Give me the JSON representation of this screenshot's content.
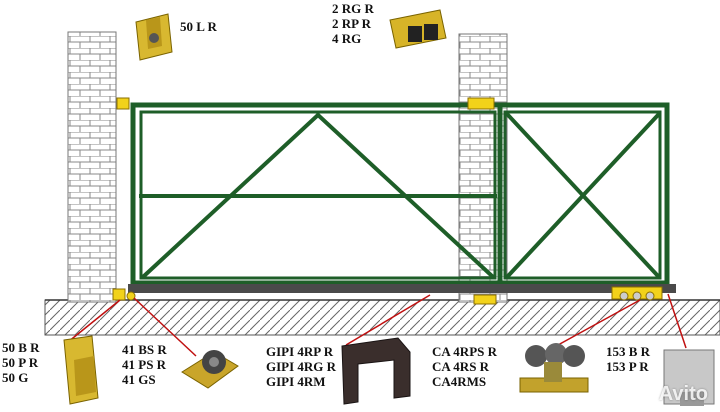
{
  "labels": {
    "top_bracket": [
      "50 L R"
    ],
    "top_roller": [
      "2 RG R",
      "2 RP R",
      "4 RG"
    ],
    "end_stop_bottom": [
      "50 B R",
      "50 P R",
      "50 G"
    ],
    "support_roller": [
      "41 BS R",
      "41 PS R",
      "41 GS"
    ],
    "guide_rail": [
      "GIPI 4RP R",
      "GIPI 4RG R",
      "GIPI 4RM"
    ],
    "carriage": [
      "CA 4RPS R",
      "CA 4RS R",
      "CA4RMS"
    ],
    "end_cap": [
      "153 B R",
      "153 P R"
    ]
  },
  "watermark": "Avito",
  "colors": {
    "gate_frame": "#1e5e28",
    "brick_outline": "#8a8a8a",
    "fitting_yellow": "#f2d21a",
    "rail": "#4a4a4a",
    "ground_hatch": "#666666"
  }
}
